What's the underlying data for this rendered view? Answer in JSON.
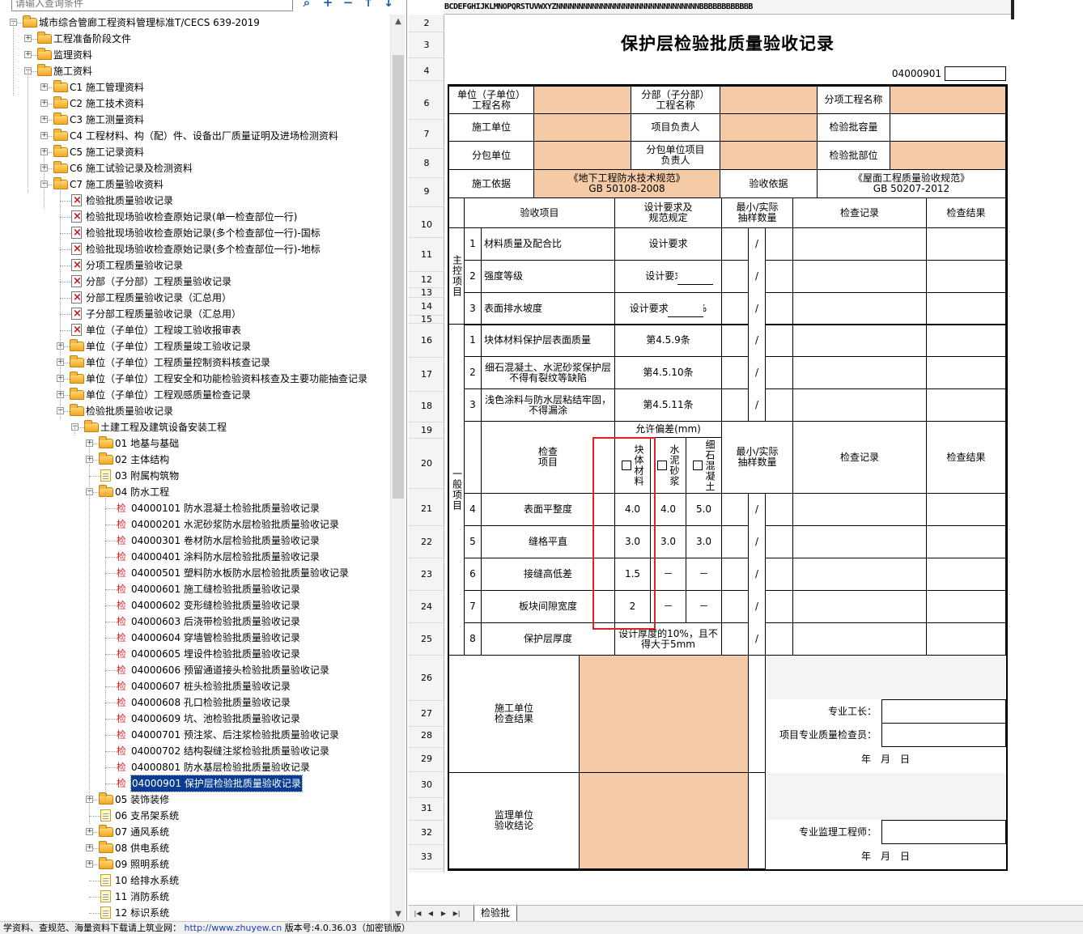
{
  "search": {
    "placeholder": "请输入查询条件"
  },
  "toolbar": {
    "search_icon": "search-icon",
    "add_icon": "plus-icon",
    "remove_icon": "minus-icon",
    "up_icon": "arrow-up-icon",
    "down_icon": "arrow-down-icon"
  },
  "tree": {
    "root": "城市综合管廊工程资料管理标准T/CECS 639-2019",
    "nodes": [
      "工程准备阶段文件",
      "监理资料",
      "施工资料",
      "C1 施工管理资料",
      "C2 施工技术资料",
      "C3 施工测量资料",
      "C4 工程材料、构（配）件、设备出厂质量证明及进场检测资料",
      "C5 施工记录资料",
      "C6 施工试验记录及检测资料",
      "C7 施工质量验收资料",
      "检验批质量验收记录",
      "检验批现场验收检查原始记录(单一检查部位一行)",
      "检验批现场验收检查原始记录(多个检查部位一行)-国标",
      "检验批现场验收检查原始记录(多个检查部位一行)-地标",
      "分项工程质量验收记录",
      "分部（子分部）工程质量验收记录",
      "分部工程质量验收记录（汇总用）",
      "子分部工程质量验收记录（汇总用）",
      "单位（子单位）工程竣工验收报审表",
      "单位（子单位）工程质量竣工验收记录",
      "单位（子单位）工程质量控制资料核查记录",
      "单位（子单位）工程安全和功能检验资料核查及主要功能抽查记录",
      "单位（子单位）工程观感质量检查记录",
      "检验批质量验收记录",
      "土建工程及建筑设备安装工程",
      "01 地基与基础",
      "02 主体结构",
      "03 附属构筑物",
      "04 防水工程",
      "04000101 防水混凝土检验批质量验收记录",
      "04000201 水泥砂浆防水层检验批质量验收记录",
      "04000301 卷材防水层检验批质量验收记录",
      "04000401 涂料防水层检验批质量验收记录",
      "04000501 塑料防水板防水层检验批质量验收记录",
      "04000601 施工缝检验批质量验收记录",
      "04000602 变形缝检验批质量验收记录",
      "04000603 后浇带检验批质量验收记录",
      "04000604 穿墙管检验批质量验收记录",
      "04000605 埋设件检验批质量验收记录",
      "04000606 预留通道接头检验批质量验收记录",
      "04000607 桩头检验批质量验收记录",
      "04000608 孔口检验批质量验收记录",
      "04000609 坑、池检验批质量验收记录",
      "04000701 预注浆、后注浆检验批质量验收记录",
      "04000702 结构裂缝注浆检验批质量验收记录",
      "04000801 防水基层检验批质量验收记录",
      "04000901 保护层检验批质量验收记录",
      "05 装饰装修",
      "06 支吊架系统",
      "07 通风系统",
      "08 供电系统",
      "09 照明系统",
      "10 给排水系统",
      "11 消防系统",
      "12 标识系统"
    ],
    "jian_glyph": "检"
  },
  "status_bar": {
    "text": "学资料、查规范、海量资料下载请上筑业网：",
    "url": "http://www.zhuyew.cn",
    "version": "版本号:4.0.36.03（加密锁版）"
  },
  "sheet": {
    "col_header": "BCDEFGHIJKLMNOPQRSTUVWXYZNNNNNNNNNNNNNNNNNNNNNNNNNNNNNNNNBBBBBBBBBBBB",
    "row_numbers": [
      "2",
      "3",
      "4",
      "6",
      "7",
      "8",
      "9",
      "10",
      "11",
      "12",
      "13",
      "14",
      "15",
      "16",
      "17",
      "18",
      "19",
      "20",
      "21",
      "22",
      "23",
      "24",
      "25",
      "26",
      "27",
      "28",
      "29",
      "30",
      "31",
      "32",
      "33"
    ],
    "title": "保护层检验批质量验收记录",
    "code": "04000901",
    "labels": {
      "unit_name": "单位（子单位）\n工程名称",
      "subunit_name": "分部（子分部）\n工程名称",
      "item_name": "分项工程名称",
      "constructor": "施工单位",
      "project_lead": "项目负责人",
      "batch_capacity": "检验批容量",
      "subcontractor": "分包单位",
      "sub_lead": "分包单位项目\n负责人",
      "batch_location": "检验批部位",
      "basis": "施工依据",
      "basis_value": "《地下工程防水技术规范》\nGB 50108-2008",
      "accept_basis": "验收依据",
      "accept_basis_value": "《屋面工程质量验收规范》\nGB 50207-2012",
      "accept_items": "验收项目",
      "design_req": "设计要求及\n规范规定",
      "min_samples": "最小/实际\n抽样数量",
      "check_record": "检查记录",
      "check_result": "检查结果",
      "main_control": "主控项目",
      "general": "一般项目",
      "allowed_dev": "允许偏差(mm)",
      "check_item": "检查\n项目",
      "col_block": "块体材料",
      "col_mortar": "水泥砂浆",
      "col_concrete": "细石混凝土",
      "slash": "/",
      "construction_check": "施工单位\n检查结果",
      "foreman": "专业工长：",
      "qc_inspector": "项目专业质量检查员：",
      "date": "年　月　日",
      "supervision": "监理单位\n验收结论",
      "supervisor": "专业监理工程师："
    },
    "main_items": [
      {
        "no": "1",
        "name": "材料质量及配合比",
        "req": "设计要求"
      },
      {
        "no": "2",
        "name": "强度等级",
        "req": "设计要求C"
      },
      {
        "no": "3",
        "name": "表面排水坡度",
        "req": "设计要求",
        "unit": "%"
      }
    ],
    "general_items": [
      {
        "no": "1",
        "name": "块体材料保护层表面质量",
        "req": "第4.5.9条"
      },
      {
        "no": "2",
        "name": "细石混凝土、水泥砂浆保护层不得有裂纹等缺陷",
        "req": "第4.5.10条"
      },
      {
        "no": "3",
        "name": "浅色涂料与防水层粘结牢固，不得漏涂",
        "req": "第4.5.11条"
      }
    ],
    "tolerance_items": [
      {
        "no": "4",
        "name": "表面平整度",
        "block": "4.0",
        "mortar": "4.0",
        "concrete": "5.0"
      },
      {
        "no": "5",
        "name": "缝格平直",
        "block": "3.0",
        "mortar": "3.0",
        "concrete": "3.0"
      },
      {
        "no": "6",
        "name": "接缝高低差",
        "block": "1.5",
        "mortar": "－",
        "concrete": "－"
      },
      {
        "no": "7",
        "name": "板块间隙宽度",
        "block": "2",
        "mortar": "－",
        "concrete": "－"
      },
      {
        "no": "8",
        "name": "保护层厚度",
        "req": "设计厚度的10%，且不得大于5mm"
      }
    ]
  },
  "tabs": {
    "active": "检验批",
    "nav": [
      "|◀",
      "◀",
      "▶",
      "▶|"
    ]
  },
  "colors": {
    "peach": "#f5cba7",
    "selection": "#0a3d91",
    "highlight_box": "#e02020"
  }
}
